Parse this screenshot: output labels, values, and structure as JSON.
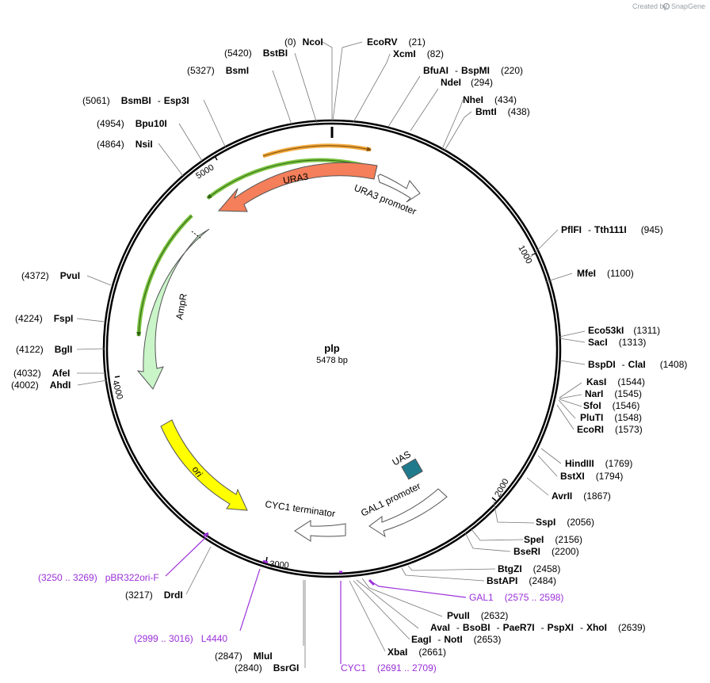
{
  "brand": {
    "prefix": "Created by",
    "name": "SnapGene"
  },
  "plasmid": {
    "name": "plp",
    "size_label": "5478 bp",
    "length": 5478
  },
  "colors": {
    "ura3": "#f47f5a",
    "promoter_fill": "#ffffff",
    "ampr": "#c9f5c9",
    "ori": "#ffff00",
    "uas": "#1f7a8c",
    "primer_orange": "#f2a93b",
    "primer_green": "#7cc442",
    "purple": "#9b30d9"
  },
  "ticks": [
    "1000",
    "2000",
    "3000",
    "4000",
    "5000"
  ],
  "features": {
    "ura3": "URA3",
    "ura3_promoter": "URA3 promoter",
    "ampr": "AmpR",
    "ori": "ori",
    "uas": "UAS",
    "gal1_promoter": "GAL1 promoter",
    "cyc1_terminator": "CYC1 terminator"
  },
  "right_sites": [
    {
      "name": "NcoI",
      "pos": "(0)"
    },
    {
      "name": "EcoRV",
      "pos": "(21)"
    },
    {
      "name": "XcmI",
      "pos": "(82)"
    },
    {
      "name": "BfuAI",
      "name2": "BspMI",
      "pos": "(220)"
    },
    {
      "name": "NdeI",
      "pos": "(294)"
    },
    {
      "name": "NheI",
      "pos": "(434)"
    },
    {
      "name": "BmtI",
      "pos": "(438)"
    },
    {
      "name": "PflFI",
      "name2": "Tth111I",
      "pos": "(945)"
    },
    {
      "name": "MfeI",
      "pos": "(1100)"
    },
    {
      "name": "Eco53kI",
      "pos": "(1311)"
    },
    {
      "name": "SacI",
      "pos": "(1313)"
    },
    {
      "name": "BspDI",
      "name2": "ClaI",
      "pos": "(1408)"
    },
    {
      "name": "KasI",
      "pos": "(1544)"
    },
    {
      "name": "NarI",
      "pos": "(1545)"
    },
    {
      "name": "SfoI",
      "pos": "(1546)"
    },
    {
      "name": "PluTI",
      "pos": "(1548)"
    },
    {
      "name": "EcoRI",
      "pos": "(1573)"
    },
    {
      "name": "HindIII",
      "pos": "(1769)"
    },
    {
      "name": "BstXI",
      "pos": "(1794)"
    },
    {
      "name": "AvrII",
      "pos": "(1867)"
    },
    {
      "name": "SspI",
      "pos": "(2056)"
    },
    {
      "name": "SpeI",
      "pos": "(2156)"
    },
    {
      "name": "BseRI",
      "pos": "(2200)"
    },
    {
      "name": "BtgZI",
      "pos": "(2458)"
    },
    {
      "name": "BstAPI",
      "pos": "(2484)"
    },
    {
      "name": "PvuII",
      "pos": "(2632)"
    },
    {
      "name": "AvaI",
      "name2": "BsoBI",
      "name3": "PaeR7I",
      "name4": "PspXI",
      "name5": "XhoI",
      "pos": "(2639)"
    },
    {
      "name": "EagI",
      "name2": "NotI",
      "pos": "(2653)"
    },
    {
      "name": "XbaI",
      "pos": "(2661)"
    }
  ],
  "left_sites": [
    {
      "name": "BstBI",
      "pos": "(5420)"
    },
    {
      "name": "BsmI",
      "pos": "(5327)"
    },
    {
      "name": "BsmBI",
      "name2": "Esp3I",
      "pos": "(5061)"
    },
    {
      "name": "Bpu10I",
      "pos": "(4954)"
    },
    {
      "name": "NsiI",
      "pos": "(4864)"
    },
    {
      "name": "PvuI",
      "pos": "(4372)"
    },
    {
      "name": "FspI",
      "pos": "(4224)"
    },
    {
      "name": "BglI",
      "pos": "(4122)"
    },
    {
      "name": "AfeI",
      "pos": "(4032)"
    },
    {
      "name": "AhdI",
      "pos": "(4002)"
    },
    {
      "name": "DrdI",
      "pos": "(3217)"
    },
    {
      "name": "MluI",
      "pos": "(2847)"
    },
    {
      "name": "BsrGI",
      "pos": "(2840)"
    }
  ],
  "primers": [
    {
      "name": "GAL1",
      "range": "(2575 .. 2598)"
    },
    {
      "name": "CYC1",
      "range": "(2691 .. 2709)"
    },
    {
      "name": "L4440",
      "range": "(2999 .. 3016)"
    },
    {
      "name": "pBR322ori-F",
      "range": "(3250 .. 3269)"
    }
  ]
}
